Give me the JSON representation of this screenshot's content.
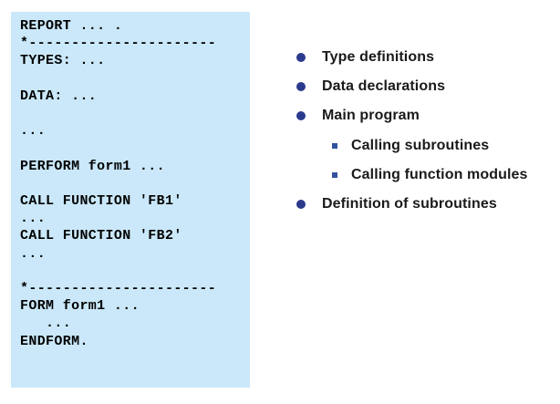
{
  "colors": {
    "panel_bg": "#cae8f9",
    "code_text": "#000000",
    "bullet_dot": "#2b3a8c",
    "bullet_square": "#33519e",
    "bullet_text": "#1a1a1a",
    "slide_bg": "#ffffff"
  },
  "code_panel": {
    "lines": [
      "REPORT ... .",
      "*----------------------",
      "TYPES: ...",
      "",
      "DATA: ...",
      "",
      "...",
      "",
      "PERFORM form1 ...",
      "",
      "CALL FUNCTION 'FB1'",
      "...",
      "CALL FUNCTION 'FB2'",
      "...",
      "",
      "*----------------------",
      "FORM form1 ...",
      "   ...",
      "ENDFORM."
    ]
  },
  "bullets": [
    {
      "label": "Type definitions",
      "level": 1
    },
    {
      "label": "Data declarations",
      "level": 1
    },
    {
      "label": "Main program",
      "level": 1
    },
    {
      "label": "Calling subroutines",
      "level": 2
    },
    {
      "label": "Calling function modules",
      "level": 2
    },
    {
      "label": "Definition of subroutines",
      "level": 1
    }
  ]
}
